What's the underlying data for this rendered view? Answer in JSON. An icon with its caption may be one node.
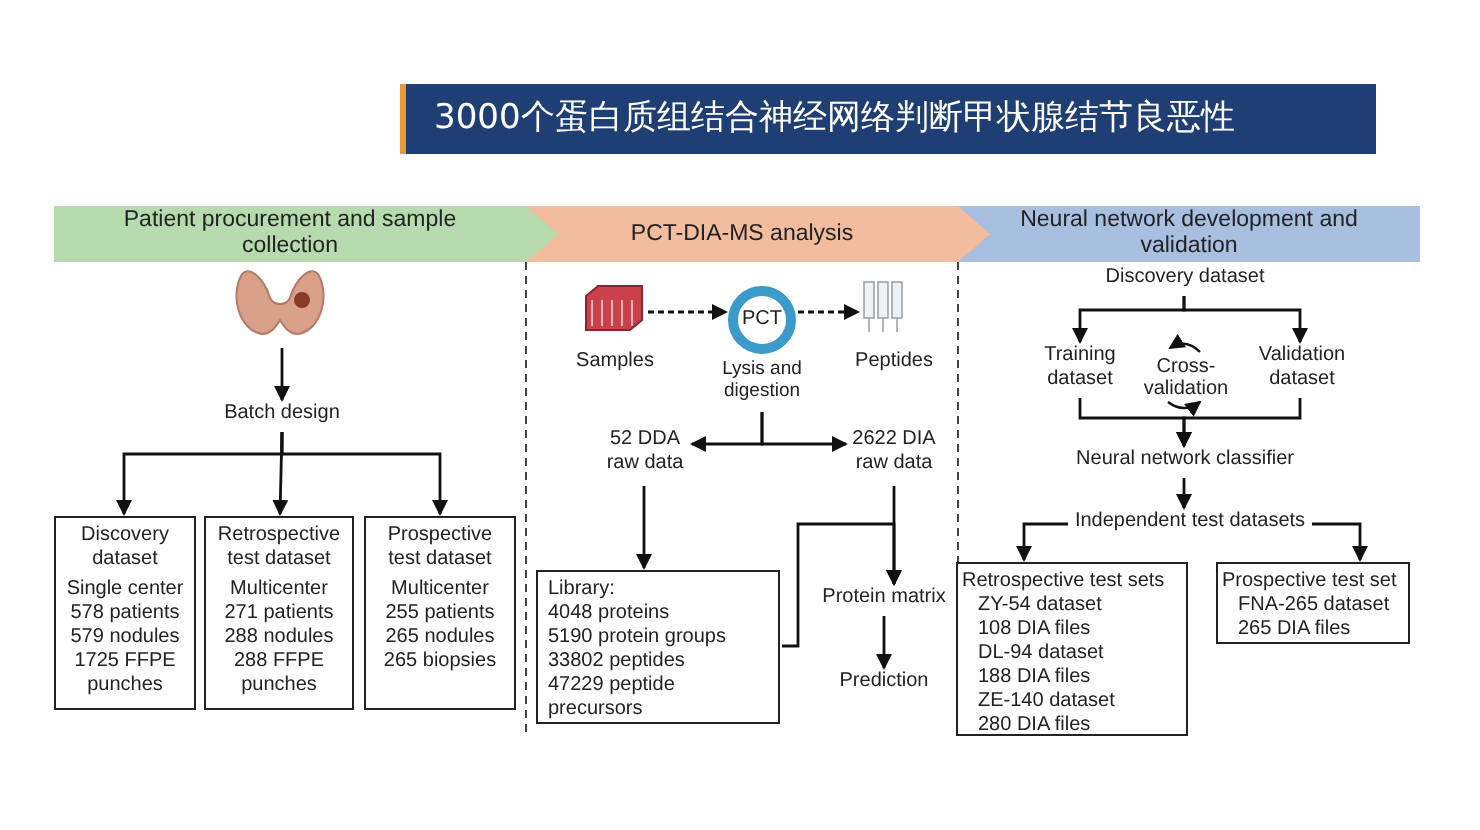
{
  "diagram": {
    "title": "3000个蛋白质组结合神经网络判断甲状腺结节良恶性",
    "nodes": [
      {
        "text": [
          "Patient procurement and sample collection"
        ]
      },
      {
        "text": [
          "PCT-DIA-MS analysis"
        ]
      },
      {
        "text": [
          "Neural network development and validation"
        ]
      },
      {
        "text": [],
        "shape": "picture"
      },
      {
        "text": [
          "Batch design"
        ]
      },
      {
        "text": [
          "Discovery dataset",
          "Single center",
          "578 patients",
          "579 nodules",
          "1725 FFPE punches"
        ]
      },
      {
        "text": [
          "Retrospective test dataset",
          "Multicenter",
          "271 patients",
          "288 nodules",
          "288 FFPE punches"
        ]
      },
      {
        "text": [
          "Prospective test dataset",
          "Multicenter",
          "255 patients",
          "265 nodules",
          "265 biopsies"
        ]
      },
      {
        "text": [],
        "shape": "picture",
        "beside": [
          "Samples"
        ]
      },
      {
        "text": [
          "PCT"
        ],
        "beside": [
          "Lysis and digestion"
        ]
      },
      {
        "text": [],
        "shape": "picture",
        "beside": [
          "Peptides"
        ]
      },
      {
        "text": [
          "52 DDA raw data"
        ]
      },
      {
        "text": [
          "2622 DIA raw data"
        ]
      },
      {
        "text": [
          "Library:",
          "4048 proteins",
          "5190 protein groups",
          "33802 peptides",
          "47229 peptide precursors"
        ]
      },
      {
        "text": [
          "Protein matrix"
        ]
      },
      {
        "text": [
          "Prediction"
        ]
      },
      {
        "text": [
          "Discovery dataset"
        ]
      },
      {
        "text": [
          "Training dataset"
        ]
      },
      {
        "text": [
          "Validation dataset"
        ]
      },
      {
        "text": [
          "Neural network classifier"
        ]
      },
      {
        "text": [
          "Independent test datasets"
        ]
      },
      {
        "text": [
          "Retrospective test sets",
          "ZY-54 dataset",
          "108 DIA files",
          "DL-94 dataset",
          "188 DIA files",
          "ZE-140 dataset",
          "280 DIA files"
        ]
      },
      {
        "text": [
          "Prospective test set",
          "FNA-265 dataset",
          "265 DIA files"
        ]
      }
    ],
    "edges": [
      {
        "from": 0,
        "to": 1,
        "arrow": "to",
        "color": "#b7dbae"
      },
      {
        "from": 1,
        "to": 2,
        "arrow": "to",
        "color": "#f3bc9f"
      },
      {
        "from": 3,
        "to": 4,
        "arrow": "to"
      },
      {
        "from": 4,
        "to": 5,
        "arrow": "to"
      },
      {
        "from": 4,
        "to": 6,
        "arrow": "to"
      },
      {
        "from": 4,
        "to": 7,
        "arrow": "to"
      },
      {
        "from": 8,
        "to": 9,
        "arrow": "to",
        "style": "dashed"
      },
      {
        "from": 9,
        "to": 10,
        "arrow": "to",
        "style": "dashed"
      },
      {
        "from": 9,
        "to": 11,
        "arrow": "to"
      },
      {
        "from": 9,
        "to": 12,
        "arrow": "to"
      },
      {
        "from": 11,
        "to": 13,
        "arrow": "to"
      },
      {
        "from": 12,
        "to": 14,
        "arrow": "to"
      },
      {
        "from": 13,
        "to": 14,
        "arrow": "to"
      },
      {
        "from": 14,
        "to": 15,
        "arrow": "to"
      },
      {
        "from": 16,
        "to": 17,
        "arrow": "to"
      },
      {
        "from": 16,
        "to": 18,
        "arrow": "to"
      },
      {
        "from": 17,
        "to": 19,
        "arrow": "to"
      },
      {
        "from": 18,
        "to": 19,
        "arrow": "to"
      },
      {
        "from": 19,
        "to": 20,
        "arrow": "to"
      },
      {
        "from": 20,
        "to": 21,
        "arrow": "to"
      },
      {
        "from": 20,
        "to": 22,
        "arrow": "to"
      }
    ],
    "labels": [
      "Cross-validation"
    ]
  }
}
